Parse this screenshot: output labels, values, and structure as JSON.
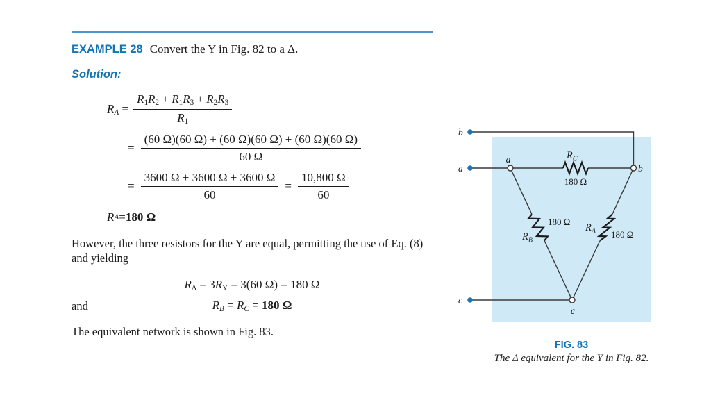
{
  "page": {
    "example_label": "EXAMPLE 28",
    "example_title": "Convert the Y in Fig. 82 to a Δ.",
    "solution_label": "Solution:"
  },
  "math": {
    "eq1_lhs": [
      {
        "t": "v",
        "x": "R"
      },
      {
        "t": "si",
        "x": "A"
      },
      {
        "t": "n",
        "x": " = "
      }
    ],
    "eq1_num": [
      {
        "t": "v",
        "x": "R"
      },
      {
        "t": "s",
        "x": "1"
      },
      {
        "t": "v",
        "x": "R"
      },
      {
        "t": "s",
        "x": "2"
      },
      {
        "t": "n",
        "x": " + "
      },
      {
        "t": "v",
        "x": "R"
      },
      {
        "t": "s",
        "x": "1"
      },
      {
        "t": "v",
        "x": "R"
      },
      {
        "t": "s",
        "x": "3"
      },
      {
        "t": "n",
        "x": " + "
      },
      {
        "t": "v",
        "x": "R"
      },
      {
        "t": "s",
        "x": "2"
      },
      {
        "t": "v",
        "x": "R"
      },
      {
        "t": "s",
        "x": "3"
      }
    ],
    "eq1_den": [
      {
        "t": "v",
        "x": "R"
      },
      {
        "t": "s",
        "x": "1"
      }
    ],
    "eq2_sign": "=",
    "eq2_num": [
      {
        "t": "n",
        "x": "(60 Ω)(60 Ω) + (60 Ω)(60 Ω) + (60 Ω)(60 Ω)"
      }
    ],
    "eq2_den": [
      {
        "t": "n",
        "x": "60 Ω"
      }
    ],
    "eq3_sign": "=",
    "eq3_num1": [
      {
        "t": "n",
        "x": "3600 Ω + 3600 Ω + 3600 Ω"
      }
    ],
    "eq3_den1": [
      {
        "t": "n",
        "x": "60"
      }
    ],
    "eq3_sign2": "=",
    "eq3_num2": [
      {
        "t": "n",
        "x": "10,800 Ω"
      }
    ],
    "eq3_den2": [
      {
        "t": "n",
        "x": "60"
      }
    ],
    "eq4": [
      {
        "t": "v",
        "x": "R"
      },
      {
        "t": "si",
        "x": "A"
      },
      {
        "t": "n",
        "x": " = "
      },
      {
        "t": "b",
        "x": "180 Ω"
      }
    ],
    "eq_delta": [
      {
        "t": "v",
        "x": "R"
      },
      {
        "t": "s",
        "x": "Δ"
      },
      {
        "t": "n",
        "x": " = 3"
      },
      {
        "t": "v",
        "x": "R"
      },
      {
        "t": "s",
        "x": "Y"
      },
      {
        "t": "n",
        "x": " = 3(60 Ω) = 180 Ω"
      }
    ],
    "and_label": "and",
    "eq_bc": [
      {
        "t": "v",
        "x": "R"
      },
      {
        "t": "si",
        "x": "B"
      },
      {
        "t": "n",
        "x": " = "
      },
      {
        "t": "v",
        "x": "R"
      },
      {
        "t": "si",
        "x": "C"
      },
      {
        "t": "n",
        "x": " = "
      },
      {
        "t": "b",
        "x": "180 Ω"
      }
    ]
  },
  "text": {
    "para1": "However, the three resistors for the Y are equal, permitting the use of Eq. (8) and yielding",
    "para2": "The equivalent network is shown in Fig. 83."
  },
  "figure": {
    "terminals": {
      "b": "b",
      "a": "a",
      "c": "c"
    },
    "nodes": {
      "a": "a",
      "b": "b",
      "c": "c"
    },
    "resistors": {
      "rc": {
        "base": "R",
        "sub": "C",
        "value": "180 Ω"
      },
      "rb": {
        "base": "R",
        "sub": "B",
        "value": "180 Ω"
      },
      "ra": {
        "base": "R",
        "sub": "A",
        "value": "180 Ω"
      }
    },
    "caption_label": "FIG. 83",
    "caption_text": "The Δ equivalent for the Y in Fig. 82.",
    "colors": {
      "shade": "#cfe9f6",
      "accent": "#1273b5",
      "terminal": "#2272b4",
      "rule": "#4e94cc"
    }
  }
}
